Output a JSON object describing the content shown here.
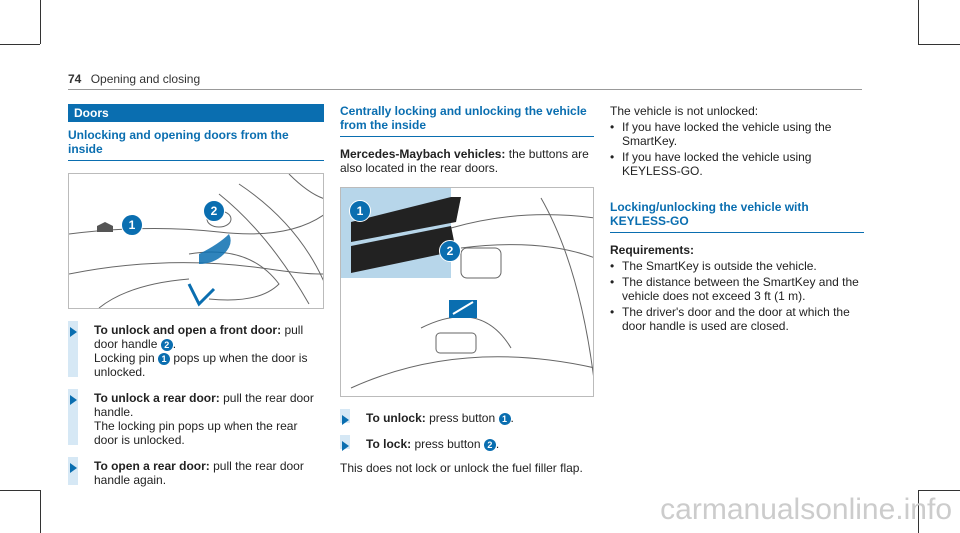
{
  "header": {
    "page_number": "74",
    "section": "Opening and closing"
  },
  "col1": {
    "bar_title": "Doors",
    "subhead": "Unlocking and opening doors from the inside",
    "figure_callouts": [
      "1",
      "2"
    ],
    "steps": [
      {
        "bold": "To unlock and open a front door:",
        "text": " pull door handle ",
        "num": "2",
        "text2": ".",
        "note_pre": "Locking pin ",
        "note_num": "1",
        "note_post": " pops up when the door is unlocked."
      },
      {
        "bold": "To unlock a rear door:",
        "text": " pull the rear door handle.",
        "note": "The locking pin pops up when the rear door is unlocked."
      },
      {
        "bold": "To open a rear door:",
        "text": " pull the rear door handle again."
      }
    ]
  },
  "col2": {
    "subhead": "Centrally locking and unlocking the vehicle from the inside",
    "intro_bold": "Mercedes-Maybach vehicles:",
    "intro_text": " the buttons are also located in the rear doors.",
    "figure_callouts": [
      "1",
      "2"
    ],
    "steps": [
      {
        "bold": "To unlock:",
        "text": " press button ",
        "num": "1",
        "post": "."
      },
      {
        "bold": "To lock:",
        "text": " press button ",
        "num": "2",
        "post": "."
      }
    ],
    "footer": "This does not lock or unlock the fuel filler flap."
  },
  "col3": {
    "intro": "The vehicle is not unlocked:",
    "bullets1": [
      "If you have locked the vehicle using the SmartKey.",
      "If you have locked the vehicle using KEYLESS-GO."
    ],
    "subhead": "Locking/unlocking the vehicle with KEYLESS-GO",
    "req_title": "Requirements:",
    "bullets2": [
      "The SmartKey is outside the vehicle.",
      "The distance between the SmartKey and the vehicle does not exceed 3 ft (1 m).",
      "The driver's door and the door at which the door handle is used are closed."
    ]
  },
  "colors": {
    "accent": "#0a6eb0",
    "step_bar": "#d6e8f5"
  },
  "watermark": "carmanualsonline.info"
}
